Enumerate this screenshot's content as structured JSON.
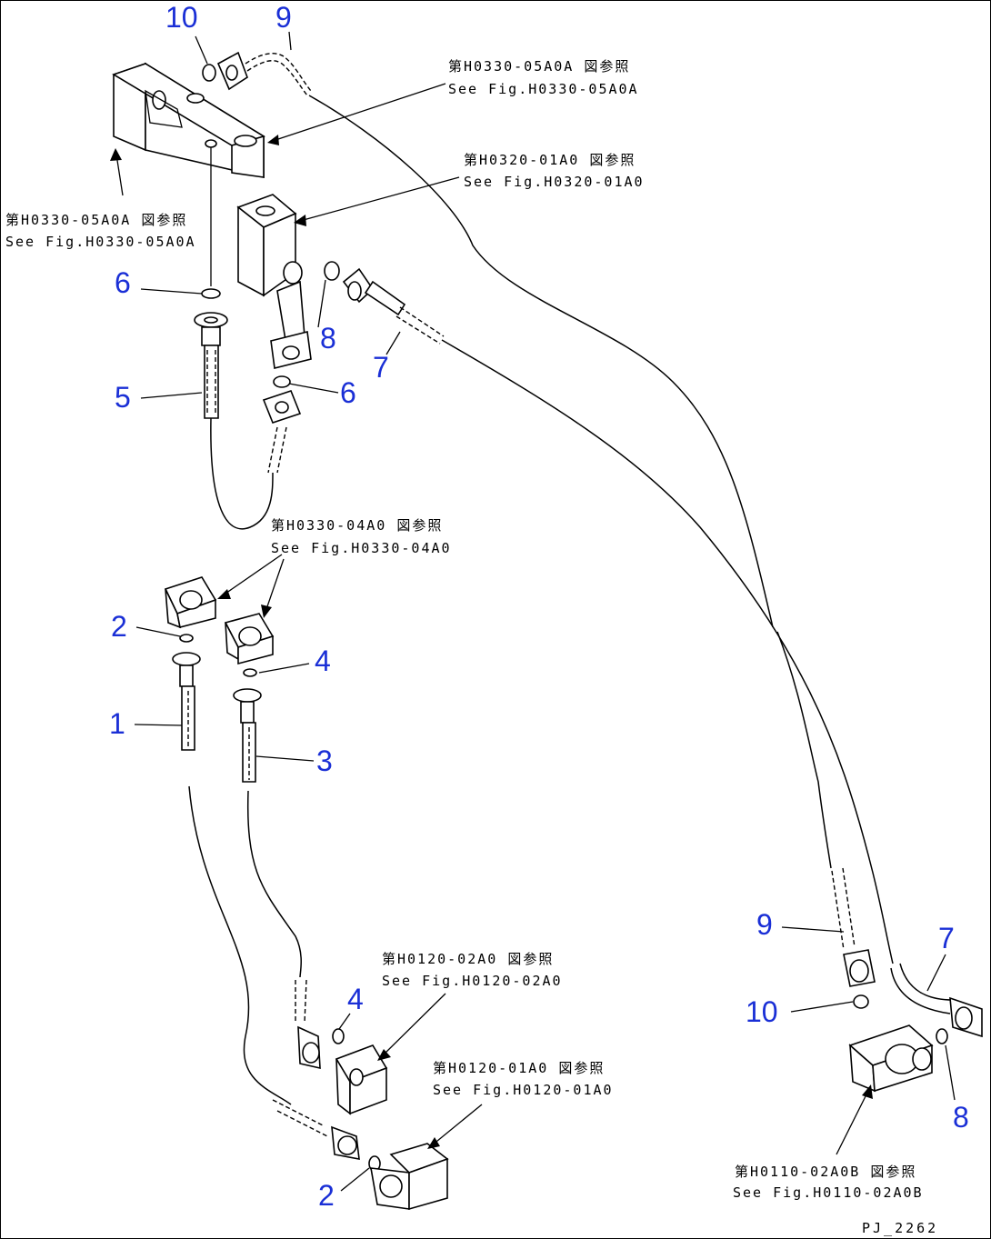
{
  "callouts": {
    "n10_top": "10",
    "n9_top": "9",
    "n6_a": "6",
    "n8_top": "8",
    "n7_top": "7",
    "n5": "5",
    "n6_b": "6",
    "n2_a": "2",
    "n4_a": "4",
    "n1": "1",
    "n3": "3",
    "n4_b": "4",
    "n2_b": "2",
    "n9_right": "9",
    "n7_right": "7",
    "n10_right": "10",
    "n8_right": "8"
  },
  "references": {
    "r1_jp": "第H0330-05A0A 図参照",
    "r1_en": "See Fig.H0330-05A0A",
    "r2_jp": "第H0320-01A0 図参照",
    "r2_en": "See Fig.H0320-01A0",
    "r3_jp": "第H0330-05A0A 図参照",
    "r3_en": "See Fig.H0330-05A0A",
    "r4_jp": "第H0330-04A0 図参照",
    "r4_en": "See Fig.H0330-04A0",
    "r5_jp": "第H0120-02A0 図参照",
    "r5_en": "See Fig.H0120-02A0",
    "r6_jp": "第H0120-01A0 図参照",
    "r6_en": "See Fig.H0120-01A0",
    "r7_jp": "第H0110-02A0B 図参照",
    "r7_en": "See Fig.H0110-02A0B"
  },
  "drawing_code": "PJ_2262",
  "colors": {
    "callout": "#1a2fd6",
    "line": "#000000"
  }
}
